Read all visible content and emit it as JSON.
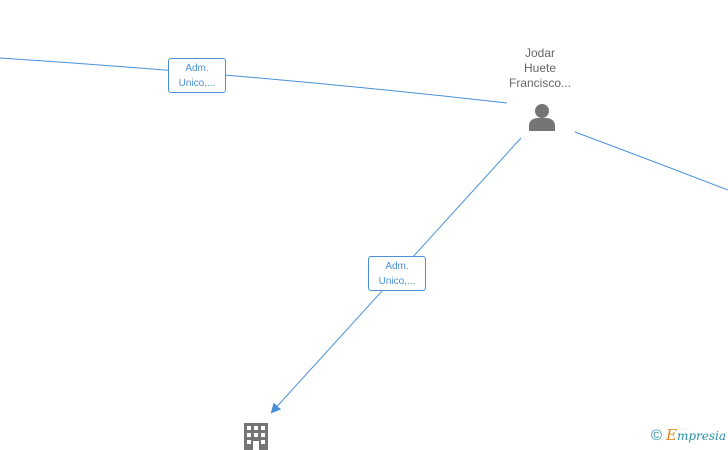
{
  "colors": {
    "edge": "#4a90d9",
    "node_icon": "#757575",
    "label_text": "#666666",
    "brand_accent": "#e08a1e",
    "brand_main": "#2a8fa6"
  },
  "person": {
    "name_lines": [
      "Jodar",
      "Huete",
      "Francisco..."
    ],
    "icon": "person-icon"
  },
  "company": {
    "icon": "building-icon"
  },
  "edges": [
    {
      "label_lines": [
        "Adm.",
        "Unico,..."
      ]
    },
    {
      "label_lines": [
        "Adm.",
        "Unico,..."
      ]
    }
  ],
  "footer": {
    "copyright": "©",
    "brand_first": "E",
    "brand_rest": "mpresia"
  }
}
